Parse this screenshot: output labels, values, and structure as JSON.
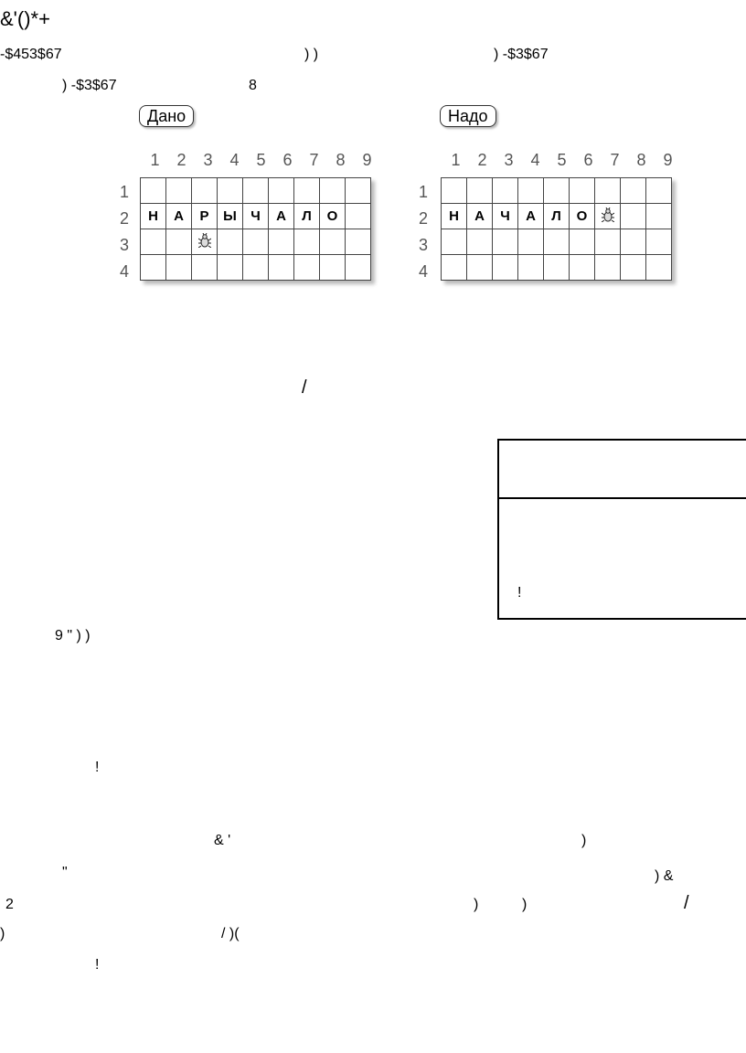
{
  "heading": "&'()*+",
  "line1": {
    "left": "-$453$67",
    "middle": ") )",
    "right": ") -$3$67"
  },
  "line2": {
    "left": ") -$3$67",
    "right": "8"
  },
  "figure": {
    "given": {
      "label": "Дано",
      "columns": [
        "1",
        "2",
        "3",
        "4",
        "5",
        "6",
        "7",
        "8",
        "9"
      ],
      "rows": [
        "1",
        "2",
        "3",
        "4"
      ],
      "letters_row2": [
        "Н",
        "А",
        "Р",
        "Ы",
        "Ч",
        "А",
        "Л",
        "О",
        ""
      ],
      "bug": {
        "row": 3,
        "col": 3
      }
    },
    "needed": {
      "label": "Надо",
      "columns": [
        "1",
        "2",
        "3",
        "4",
        "5",
        "6",
        "7",
        "8",
        "9"
      ],
      "rows": [
        "1",
        "2",
        "3",
        "4"
      ],
      "letters_row2": [
        "Н",
        "А",
        "Ч",
        "А",
        "Л",
        "О",
        "",
        "",
        ""
      ],
      "bug": {
        "row": 2,
        "col": 7
      }
    },
    "bug_icon": "bug-icon"
  },
  "slash_mark": "/",
  "box": {
    "exclaim": "!"
  },
  "line_9": "9 \" ) )",
  "exclaim1": "!",
  "para": {
    "a1": "& '",
    "a2": ")",
    "b1": "\"",
    "b2": ") &",
    "c1": "2",
    "c2": ")",
    "c3": ")",
    "c4": "/",
    "d1": ")",
    "d2": "/ )(",
    "e1": "!"
  }
}
